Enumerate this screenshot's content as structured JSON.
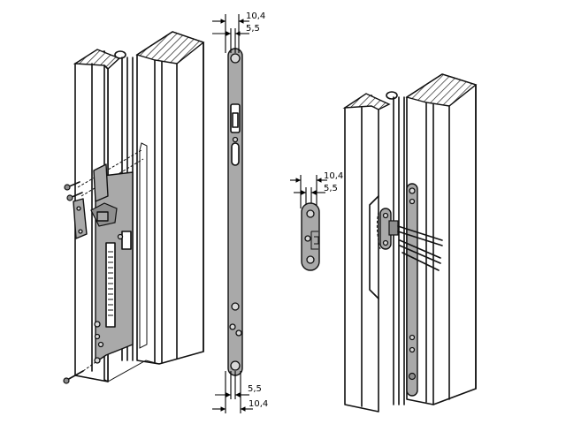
{
  "figure": {
    "description": "Technical line drawing of concealed door/window fitting hardware",
    "views": [
      {
        "id": "left-assembly",
        "label": "Fitting mounted in frame profile (left view)"
      },
      {
        "id": "strip-plate",
        "label": "Long mounting strip plate"
      },
      {
        "id": "small-plate",
        "label": "Small keeper plate"
      },
      {
        "id": "right-assembly",
        "label": "Fitting mounted in frame profile (right view)"
      }
    ],
    "dimensions": {
      "strip_top": {
        "outer": "10,4",
        "inner": "5,5"
      },
      "strip_bottom": {
        "inner": "5,5",
        "outer": "10,4"
      },
      "small_plate": {
        "outer": "10,4",
        "inner": "5,5"
      }
    }
  }
}
